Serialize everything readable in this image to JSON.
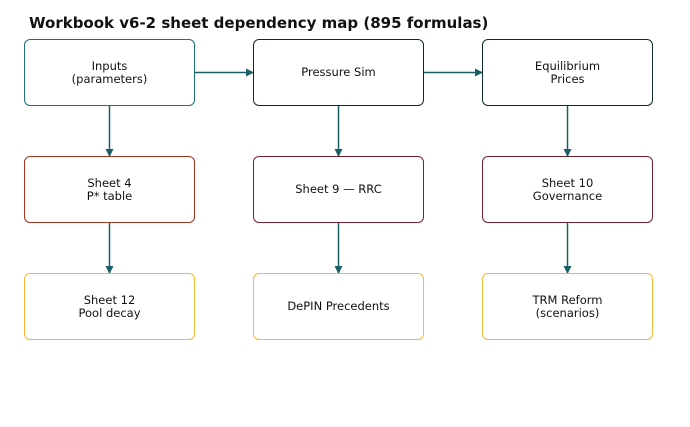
{
  "title": "Workbook v6-2 sheet dependency map (895 formulas)",
  "nodes": [
    {
      "id": "inputs",
      "label": "Inputs\n(parameters)",
      "border": "#1f6f7a"
    },
    {
      "id": "pressure",
      "label": "Pressure Sim",
      "border": "#0d2a2e"
    },
    {
      "id": "equilibrium",
      "label": "Equilibrium\nPrices",
      "border": "#0d2a2e"
    },
    {
      "id": "sheet4",
      "label": "Sheet 4\nP* table",
      "border": "#a0341a"
    },
    {
      "id": "sheet9",
      "label": "Sheet 9 — RRC",
      "border": "#7a1f2e"
    },
    {
      "id": "sheet10",
      "label": "Sheet 10\nGovernance",
      "border": "#7a1f2e"
    },
    {
      "id": "sheet12",
      "label": "Sheet 12\nPool decay",
      "border": "#f5b73b"
    },
    {
      "id": "depin",
      "label": "DePIN Precedents",
      "border": "#f5b73b"
    },
    {
      "id": "trm",
      "label": "TRM Reform\n(scenarios)",
      "border": "#f5b73b"
    }
  ],
  "edges": [
    {
      "from": "inputs",
      "to": "pressure"
    },
    {
      "from": "pressure",
      "to": "equilibrium"
    },
    {
      "from": "inputs",
      "to": "sheet4"
    },
    {
      "from": "pressure",
      "to": "sheet9"
    },
    {
      "from": "equilibrium",
      "to": "sheet10"
    },
    {
      "from": "sheet4",
      "to": "sheet12"
    },
    {
      "from": "sheet9",
      "to": "depin"
    },
    {
      "from": "sheet10",
      "to": "trm"
    }
  ],
  "edge_color": "#1a5f66"
}
